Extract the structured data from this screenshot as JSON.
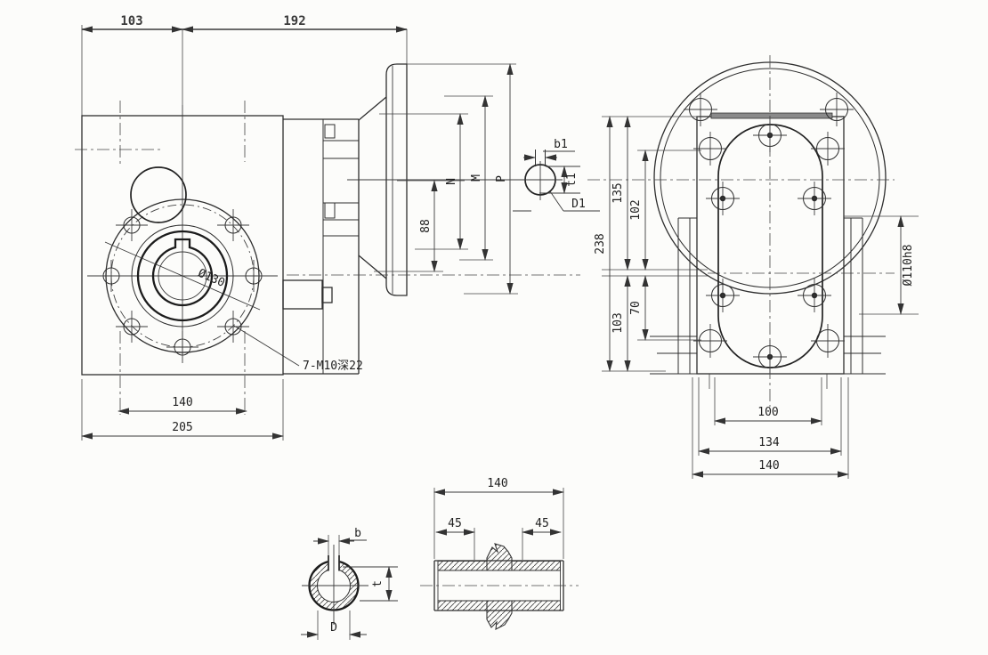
{
  "drawing": {
    "background": "#fcfcfa",
    "line_color": "#2e2e2e",
    "views": {
      "front_view": {
        "dim_width_left": "103",
        "dim_width_right": "192",
        "flange_diameter": "Ø130",
        "tapped_holes_callout": "7-M10深22",
        "dim_bolt_spacing": "140",
        "dim_overall_width": "205"
      },
      "side_view_dims": {
        "dim_88": "88",
        "dim_n": "N",
        "dim_m": "M",
        "dim_p": "P"
      },
      "input_key_section": {
        "key_width": "b1",
        "key_depth": "t1",
        "shaft_diameter": "D1"
      },
      "rear_view": {
        "dim_overall_height": "238",
        "dim_upper": "135",
        "dim_hole_span_upper": "102",
        "dim_hole_span_lower": "70",
        "dim_lower": "103",
        "spigot_diameter": "Ø110h8",
        "dim_hole_span_width": "100",
        "dim_inner_width": "134",
        "dim_base_width": "140"
      },
      "hollow_shaft_section": {
        "key_width": "b",
        "key_depth": "t",
        "bore_diameter": "D"
      },
      "hollow_shaft_longitudinal": {
        "dim_length": "140",
        "dim_key_left": "45",
        "dim_key_right": "45"
      }
    }
  }
}
